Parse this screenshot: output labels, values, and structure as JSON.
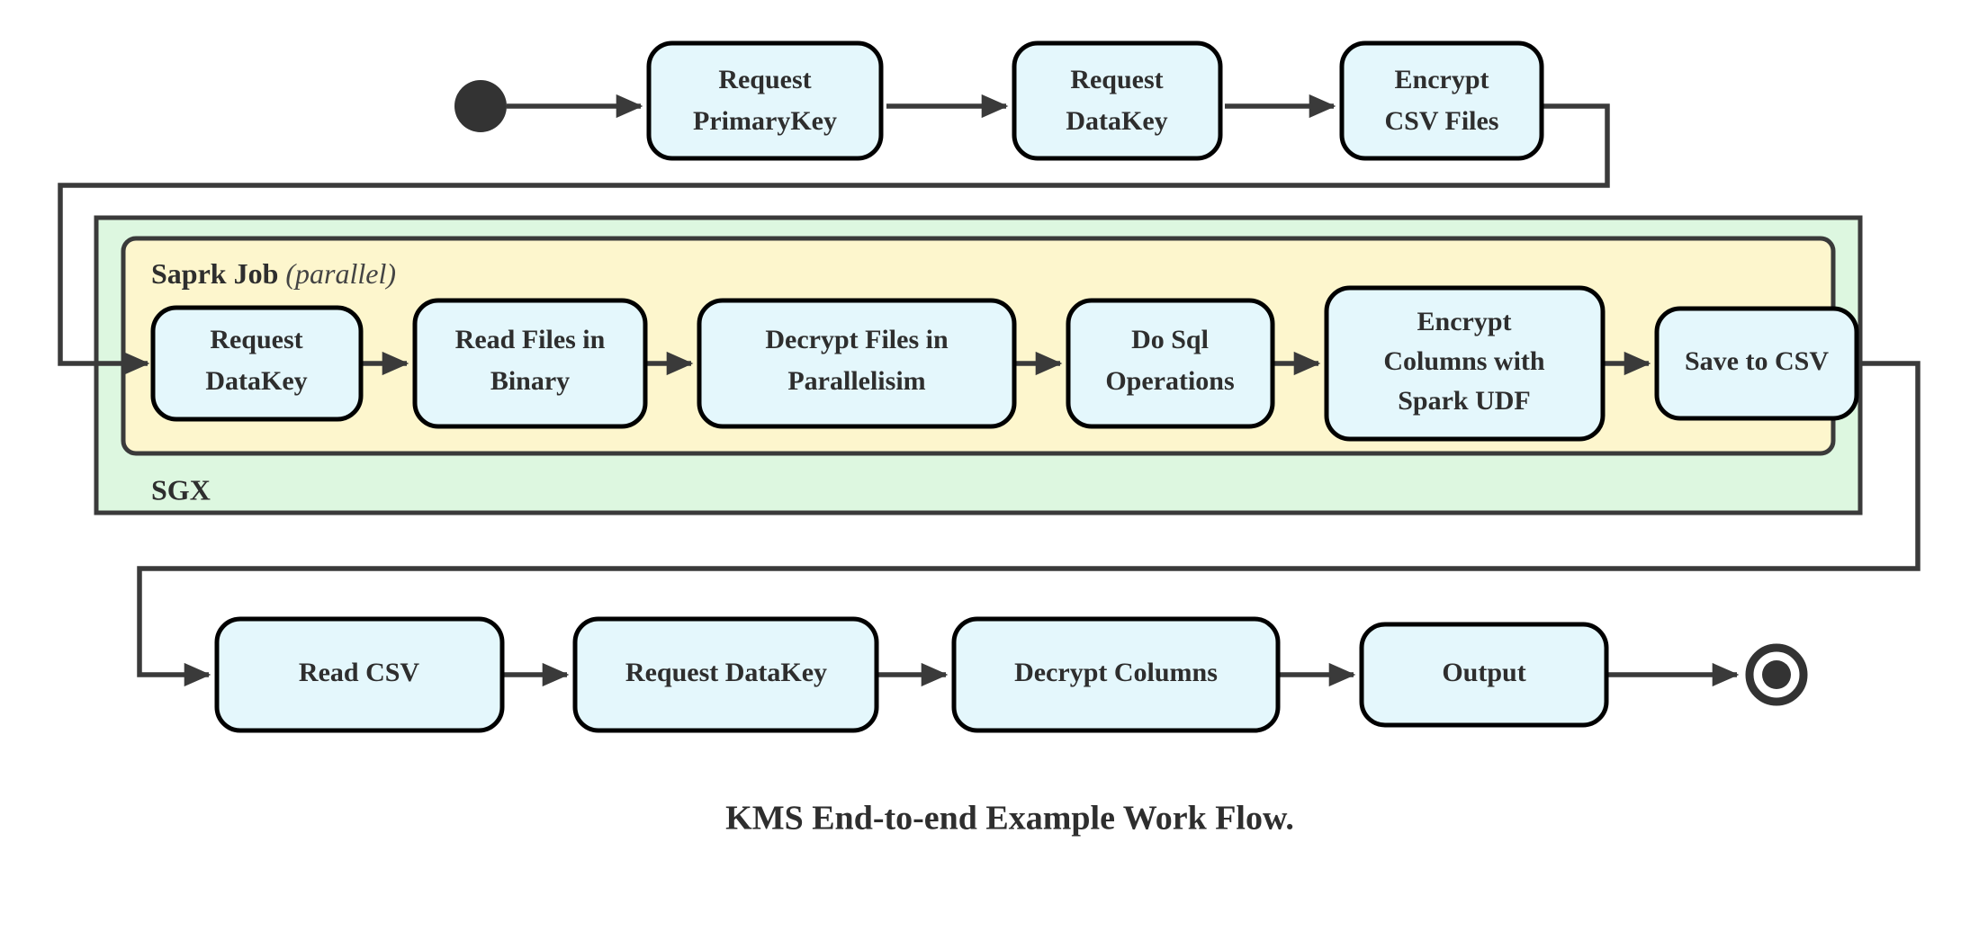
{
  "diagram": {
    "type": "uml-activity-diagram",
    "caption": "KMS End-to-end Example Work Flow.",
    "colors": {
      "node_fill": "#e4f7fc",
      "node_stroke": "#000000",
      "sgx_group_fill": "#ddf7e0",
      "spark_group_fill": "#fdf6cd",
      "edge": "#3a3a3a",
      "text": "#2e2e2e",
      "background": "#ffffff"
    },
    "start_node": {
      "name": "initial-state",
      "shape": "filled-circle"
    },
    "end_node": {
      "name": "final-state",
      "shape": "bullseye"
    },
    "groups": [
      {
        "id": "sgx",
        "label": "SGX",
        "label_position": "bottom-left",
        "fill": "#ddf7e0"
      },
      {
        "id": "spark-job",
        "label": "Saprk Job",
        "label_suffix": "(parallel)",
        "label_position": "top-left",
        "fill": "#fdf6cd"
      }
    ],
    "rows": {
      "top": [
        {
          "id": "request-primarykey",
          "lines": [
            "Request",
            "PrimaryKey"
          ]
        },
        {
          "id": "request-datakey-top",
          "lines": [
            "Request",
            "DataKey"
          ]
        },
        {
          "id": "encrypt-csv-files",
          "lines": [
            "Encrypt",
            "CSV Files"
          ]
        }
      ],
      "spark": [
        {
          "id": "request-datakey-spark",
          "lines": [
            "Request",
            "DataKey"
          ]
        },
        {
          "id": "read-files-in-binary",
          "lines": [
            "Read Files in",
            "Binary"
          ]
        },
        {
          "id": "decrypt-files-in-parallelisim",
          "lines": [
            "Decrypt Files in",
            "Parallelisim"
          ]
        },
        {
          "id": "do-sql-operations",
          "lines": [
            "Do Sql",
            "Operations"
          ]
        },
        {
          "id": "encrypt-columns-with-spark-udf",
          "lines": [
            "Encrypt",
            "Columns with",
            "Spark UDF"
          ]
        },
        {
          "id": "save-to-csv",
          "lines": [
            "Save to CSV"
          ]
        }
      ],
      "bottom": [
        {
          "id": "read-csv",
          "lines": [
            "Read CSV"
          ]
        },
        {
          "id": "request-datakey-bottom",
          "lines": [
            "Request DataKey"
          ]
        },
        {
          "id": "decrypt-columns",
          "lines": [
            "Decrypt Columns"
          ]
        },
        {
          "id": "output",
          "lines": [
            "Output"
          ]
        }
      ]
    },
    "edges": [
      {
        "from": "initial-state",
        "to": "request-primarykey"
      },
      {
        "from": "request-primarykey",
        "to": "request-datakey-top"
      },
      {
        "from": "request-datakey-top",
        "to": "encrypt-csv-files"
      },
      {
        "from": "encrypt-csv-files",
        "to": "request-datakey-spark"
      },
      {
        "from": "request-datakey-spark",
        "to": "read-files-in-binary"
      },
      {
        "from": "read-files-in-binary",
        "to": "decrypt-files-in-parallelisim"
      },
      {
        "from": "decrypt-files-in-parallelisim",
        "to": "do-sql-operations"
      },
      {
        "from": "do-sql-operations",
        "to": "encrypt-columns-with-spark-udf"
      },
      {
        "from": "encrypt-columns-with-spark-udf",
        "to": "save-to-csv"
      },
      {
        "from": "save-to-csv",
        "to": "read-csv"
      },
      {
        "from": "read-csv",
        "to": "request-datakey-bottom"
      },
      {
        "from": "request-datakey-bottom",
        "to": "decrypt-columns"
      },
      {
        "from": "decrypt-columns",
        "to": "output"
      },
      {
        "from": "output",
        "to": "final-state"
      }
    ]
  }
}
